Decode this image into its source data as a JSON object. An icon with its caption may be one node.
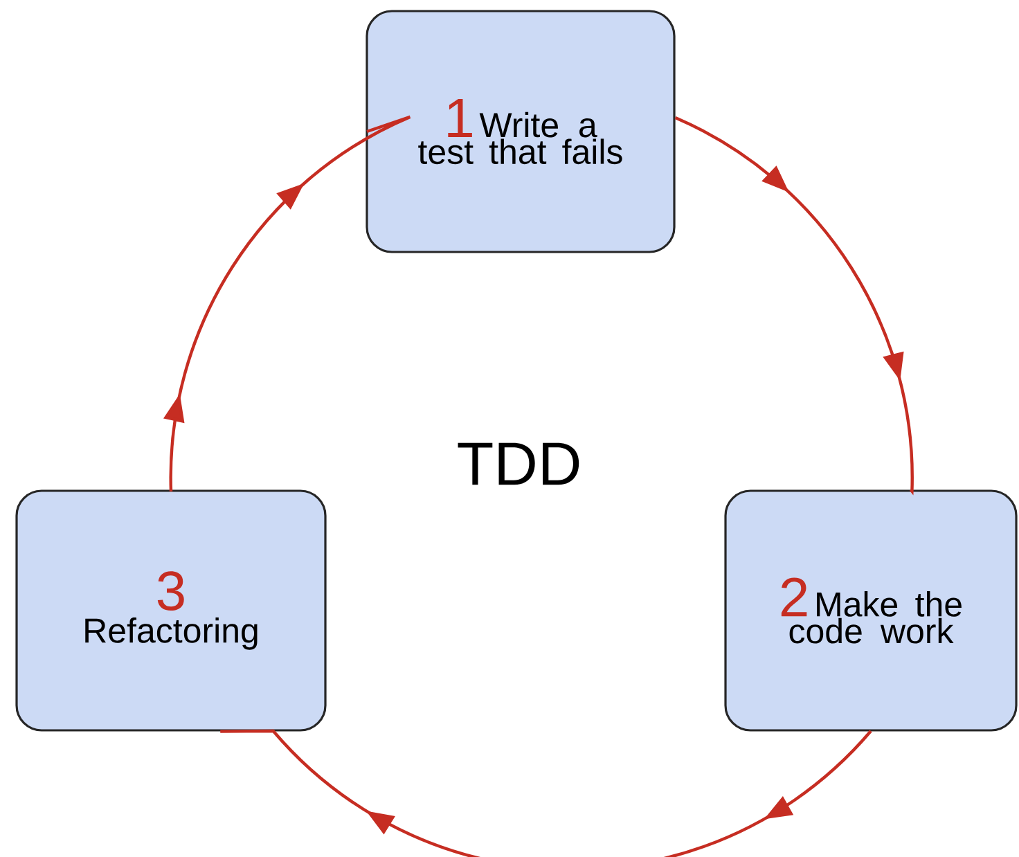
{
  "diagram": {
    "title": "TDD",
    "nodes": [
      {
        "text": [
          "1",
          "Write a test that fails"
        ]
      },
      {
        "text": [
          "2",
          "Make the code work"
        ]
      },
      {
        "text": [
          "3",
          "Refactoring"
        ]
      }
    ],
    "edges": [
      {
        "from": 0,
        "to": 1,
        "arrow": "to"
      },
      {
        "from": 1,
        "to": 2,
        "arrow": "to"
      },
      {
        "from": 2,
        "to": 0,
        "arrow": "to"
      }
    ]
  }
}
